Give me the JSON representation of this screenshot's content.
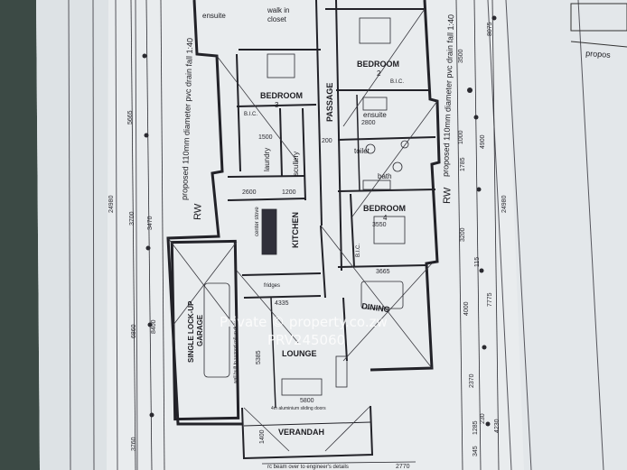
{
  "photo": {
    "subject": "architectural floor plan",
    "colors": {
      "background": "#3c4a45",
      "paper": "#e9ecee",
      "ink": "#222228",
      "shadow": "#c9ced2"
    }
  },
  "rooms": {
    "bedroom_top": "BEDROOM",
    "bedroom_top_number": "2",
    "bedroom_3": "BEDROOM",
    "bedroom_3_number": "3",
    "bedroom_4": "BEDROOM",
    "bedroom_4_number": "4",
    "passage": "PASSAGE",
    "ensuite_top": "ensuite",
    "ensuite_mid": "ensuite",
    "walkin": "walk in",
    "closet": "closet",
    "laundry": "laundry",
    "scullery": "scullery",
    "kitchen": "KITCHEN",
    "center_stove": "center stove",
    "toilet": "toilet",
    "bath": "bath",
    "dining": "DINING",
    "lounge": "LOUNGE",
    "verandah": "VERANDAH",
    "garage_line1": "SINGLE LOCK-UP",
    "garage_line2": "GARAGE",
    "bic_1": "B.I.C.",
    "bic_2": "B.I.C.",
    "bic_3": "B.I.C.",
    "fridges": "fridges"
  },
  "notes": {
    "drain_left": "proposed 110mm diameter pvc drain fall 1:40",
    "drain_right": "proposed 110mm diameter pvc drain fall 1:40",
    "rw_left": "RW",
    "rw_right": "RW",
    "sliding_door": "4m aluminium sliding doors",
    "beam_note": "rc beam over to engineer's details",
    "edge_right": "propos",
    "garage_wall": "wall built to support roll up door"
  },
  "dimensions": {
    "d1": "24980",
    "d2": "24980",
    "d3": "3760",
    "d4": "6860",
    "d5": "3700",
    "d6": "5665",
    "d7": "2600",
    "d8": "3500",
    "d9": "3200",
    "d10": "4000",
    "d11": "2370",
    "d12": "1285",
    "d13": "345",
    "d14": "230",
    "d15": "4230",
    "d16": "7775",
    "d17": "115",
    "d18": "2770",
    "d19": "1200",
    "d20": "4335",
    "d21": "5385",
    "d22": "5800",
    "d23": "3550",
    "d24": "3665",
    "d25": "8075",
    "d26": "1785",
    "d27": "4900",
    "d28": "1000",
    "d29": "200",
    "d30": "2800",
    "d31": "8400",
    "d32": "3470",
    "d33": "1400",
    "d34": "1500"
  },
  "watermark": {
    "line1": "Private © property.co.zw",
    "line2": "PRV245060"
  }
}
